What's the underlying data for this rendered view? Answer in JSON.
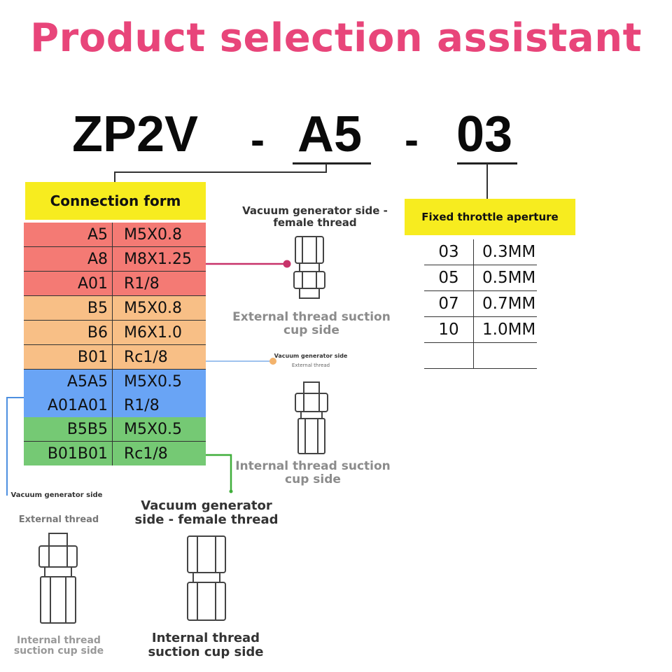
{
  "title": "Product selection assistant",
  "model_code": {
    "part1": "ZP2V",
    "dash1": "-",
    "part2": "A5",
    "dash2": "-",
    "part3": "03"
  },
  "connection_form": {
    "header": "Connection form",
    "rows": [
      {
        "code": "A5",
        "thread": "M5X0.8",
        "group": "red"
      },
      {
        "code": "A8",
        "thread": "M8X1.25",
        "group": "red"
      },
      {
        "code": "A01",
        "thread": "R1/8",
        "group": "red"
      },
      {
        "code": "B5",
        "thread": "M5X0.8",
        "group": "orange"
      },
      {
        "code": "B6",
        "thread": "M6X1.0",
        "group": "orange"
      },
      {
        "code": "B01",
        "thread": "Rc1/8",
        "group": "orange"
      },
      {
        "code": "A5A5",
        "thread": "M5X0.5",
        "group": "blue"
      },
      {
        "code": "A01A01",
        "thread": "R1/8",
        "group": "blue"
      },
      {
        "code": "B5B5",
        "thread": "M5X0.5",
        "group": "green"
      },
      {
        "code": "B01B01",
        "thread": "Rc1/8",
        "group": "green"
      }
    ]
  },
  "throttle": {
    "header": "Fixed throttle aperture",
    "rows": [
      {
        "code": "03",
        "size": "0.3MM"
      },
      {
        "code": "05",
        "size": "0.5MM"
      },
      {
        "code": "07",
        "size": "0.7MM"
      },
      {
        "code": "10",
        "size": "1.0MM"
      }
    ]
  },
  "fitting_a": {
    "top_label": "Vacuum generator side - female thread",
    "bottom_label": "External thread suction cup side"
  },
  "fitting_b": {
    "top_label": "Vacuum generator side",
    "top_sub": "External thread",
    "bottom_label": "Internal thread suction cup side"
  },
  "fitting_c": {
    "top_label": "Vacuum generator side",
    "top_sub": "External thread",
    "bottom_label": "Internal thread suction cup side"
  },
  "fitting_d": {
    "top_label": "Vacuum generator side - female thread",
    "bottom_label": "Internal thread suction cup side"
  },
  "colors": {
    "title": "#e8457a",
    "header_yellow": "#f7ec1f",
    "red": "#f47a74",
    "orange": "#f8bf86",
    "blue": "#69a4f5",
    "green": "#75c974",
    "link_red": "#c8336a",
    "link_orange": "#f3b36c",
    "link_blue": "#4d8fe0",
    "link_green": "#3fae3a"
  },
  "icons": [
    "hex-fitting-icon",
    "connector-dot-icon"
  ]
}
